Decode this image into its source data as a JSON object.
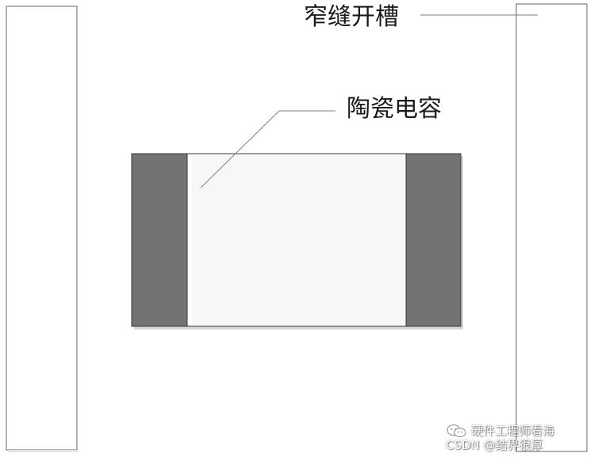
{
  "labels": {
    "slot": "窄缝开槽",
    "capacitor": "陶瓷电容"
  },
  "watermark": {
    "line1": "硬件工程师看海",
    "line2": "CSDN @结界很厚",
    "icon": "wechat-icon"
  },
  "colors": {
    "background": "#ffffff",
    "slot_fill": "#ffffff",
    "slot_border": "#7f7f7f",
    "terminal_fill": "#737373",
    "body_fill": "#f7f7f7",
    "outline": "#3a3a3a",
    "shadow": "#d6d6d6",
    "leader_line": "#7f7f7f"
  }
}
